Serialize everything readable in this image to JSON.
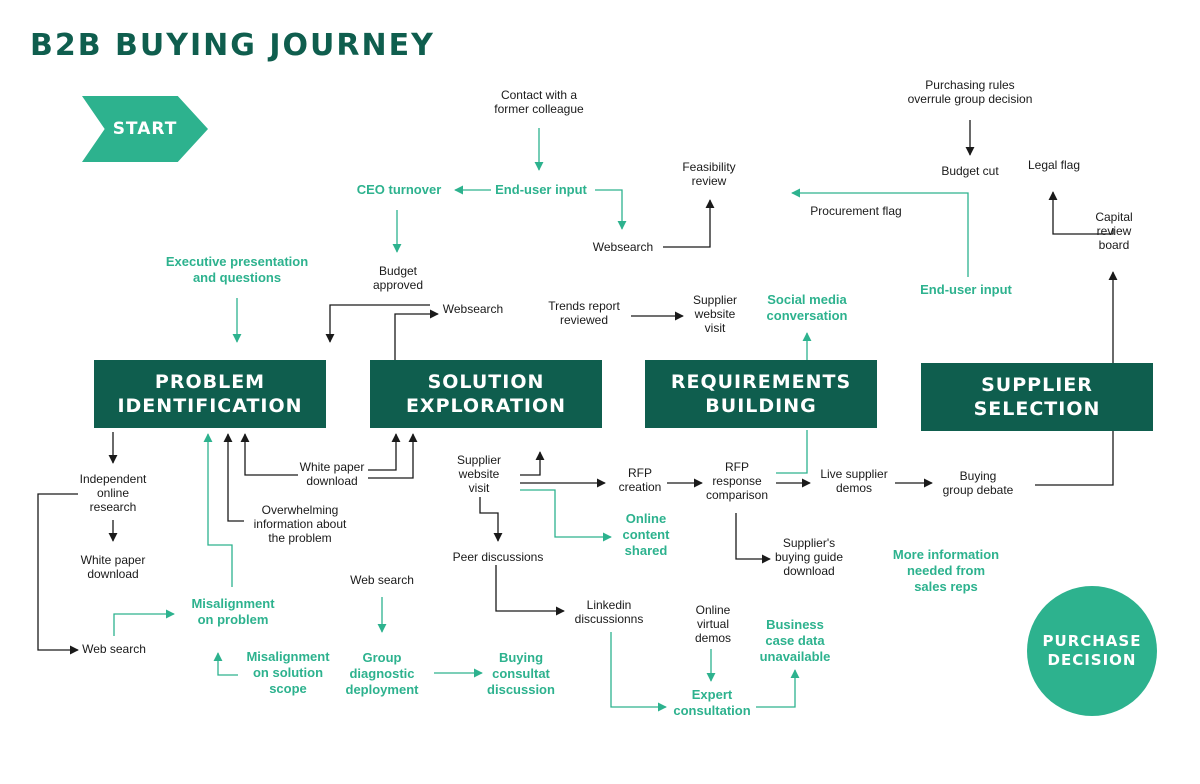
{
  "title": "B2B BUYING JOURNEY",
  "start": "START",
  "purchase": "PURCHASE\nDECISION",
  "stages": {
    "problem": "PROBLEM\nIDENTIFICATION",
    "solution": "SOLUTION\nEXPLORATION",
    "requirements": "REQUIREMENTS\nBUILDING",
    "supplier": "SUPPLIER\nSELECTION"
  },
  "nodes": {
    "contact_colleague": "Contact with a\nformer colleague",
    "end_user_input_1": "End-user input",
    "ceo_turnover": "CEO turnover",
    "websearch_1": "Websearch",
    "feasibility": "Feasibility\nreview",
    "executive_presentation": "Executive presentation\nand questions",
    "budget_approved": "Budget\napproved",
    "websearch_2": "Websearch",
    "trends_report": "Trends report\nreviewed",
    "supplier_site_1": "Supplier\nwebsite\nvisit",
    "social_media": "Social media\nconversation",
    "purchasing_rules": "Purchasing rules\noverrule group decision",
    "budget_cut": "Budget cut",
    "procurement_flag": "Procurement flag",
    "legal_flag": "Legal flag",
    "capital_review": "Capital\nreview\nboard",
    "end_user_input_2": "End-user input",
    "independent_research": "Independent\nonline\nresearch",
    "white_paper_1": "White paper\ndownload",
    "web_search_1": "Web search",
    "white_paper_2": "White paper\ndownload",
    "overwhelming": "Overwhelming\ninformation about\nthe problem",
    "misalignment_problem": "Misalignment\non problem",
    "misalignment_solution": "Misalignment\non solution\nscope",
    "web_search_2": "Web search",
    "group_diagnostic": "Group\ndiagnostic\ndeployment",
    "buying_consultant": "Buying\nconsultat\ndiscussion",
    "supplier_site_2": "Supplier\nwebsite\nvisit",
    "peer_discussions": "Peer discussions",
    "linkedin": "Linkedin\ndiscussionns",
    "online_content": "Online\ncontent\nshared",
    "rfp_creation": "RFP\ncreation",
    "rfp_comparison": "RFP\nresponse\ncomparison",
    "live_demos": "Live supplier\ndemos",
    "buying_debate": "Buying\ngroup debate",
    "buying_guide": "Supplier's\nbuying guide\ndownload",
    "online_demos": "Online\nvirtual\ndemos",
    "expert_consultation": "Expert\nconsultation",
    "business_case": "Business\ncase data\nunavailable",
    "more_info": "More information\nneeded from\nsales reps"
  },
  "colors": {
    "dark_green": "#0f5e4e",
    "accent_green": "#2db28e",
    "text": "#1a1a1a"
  }
}
